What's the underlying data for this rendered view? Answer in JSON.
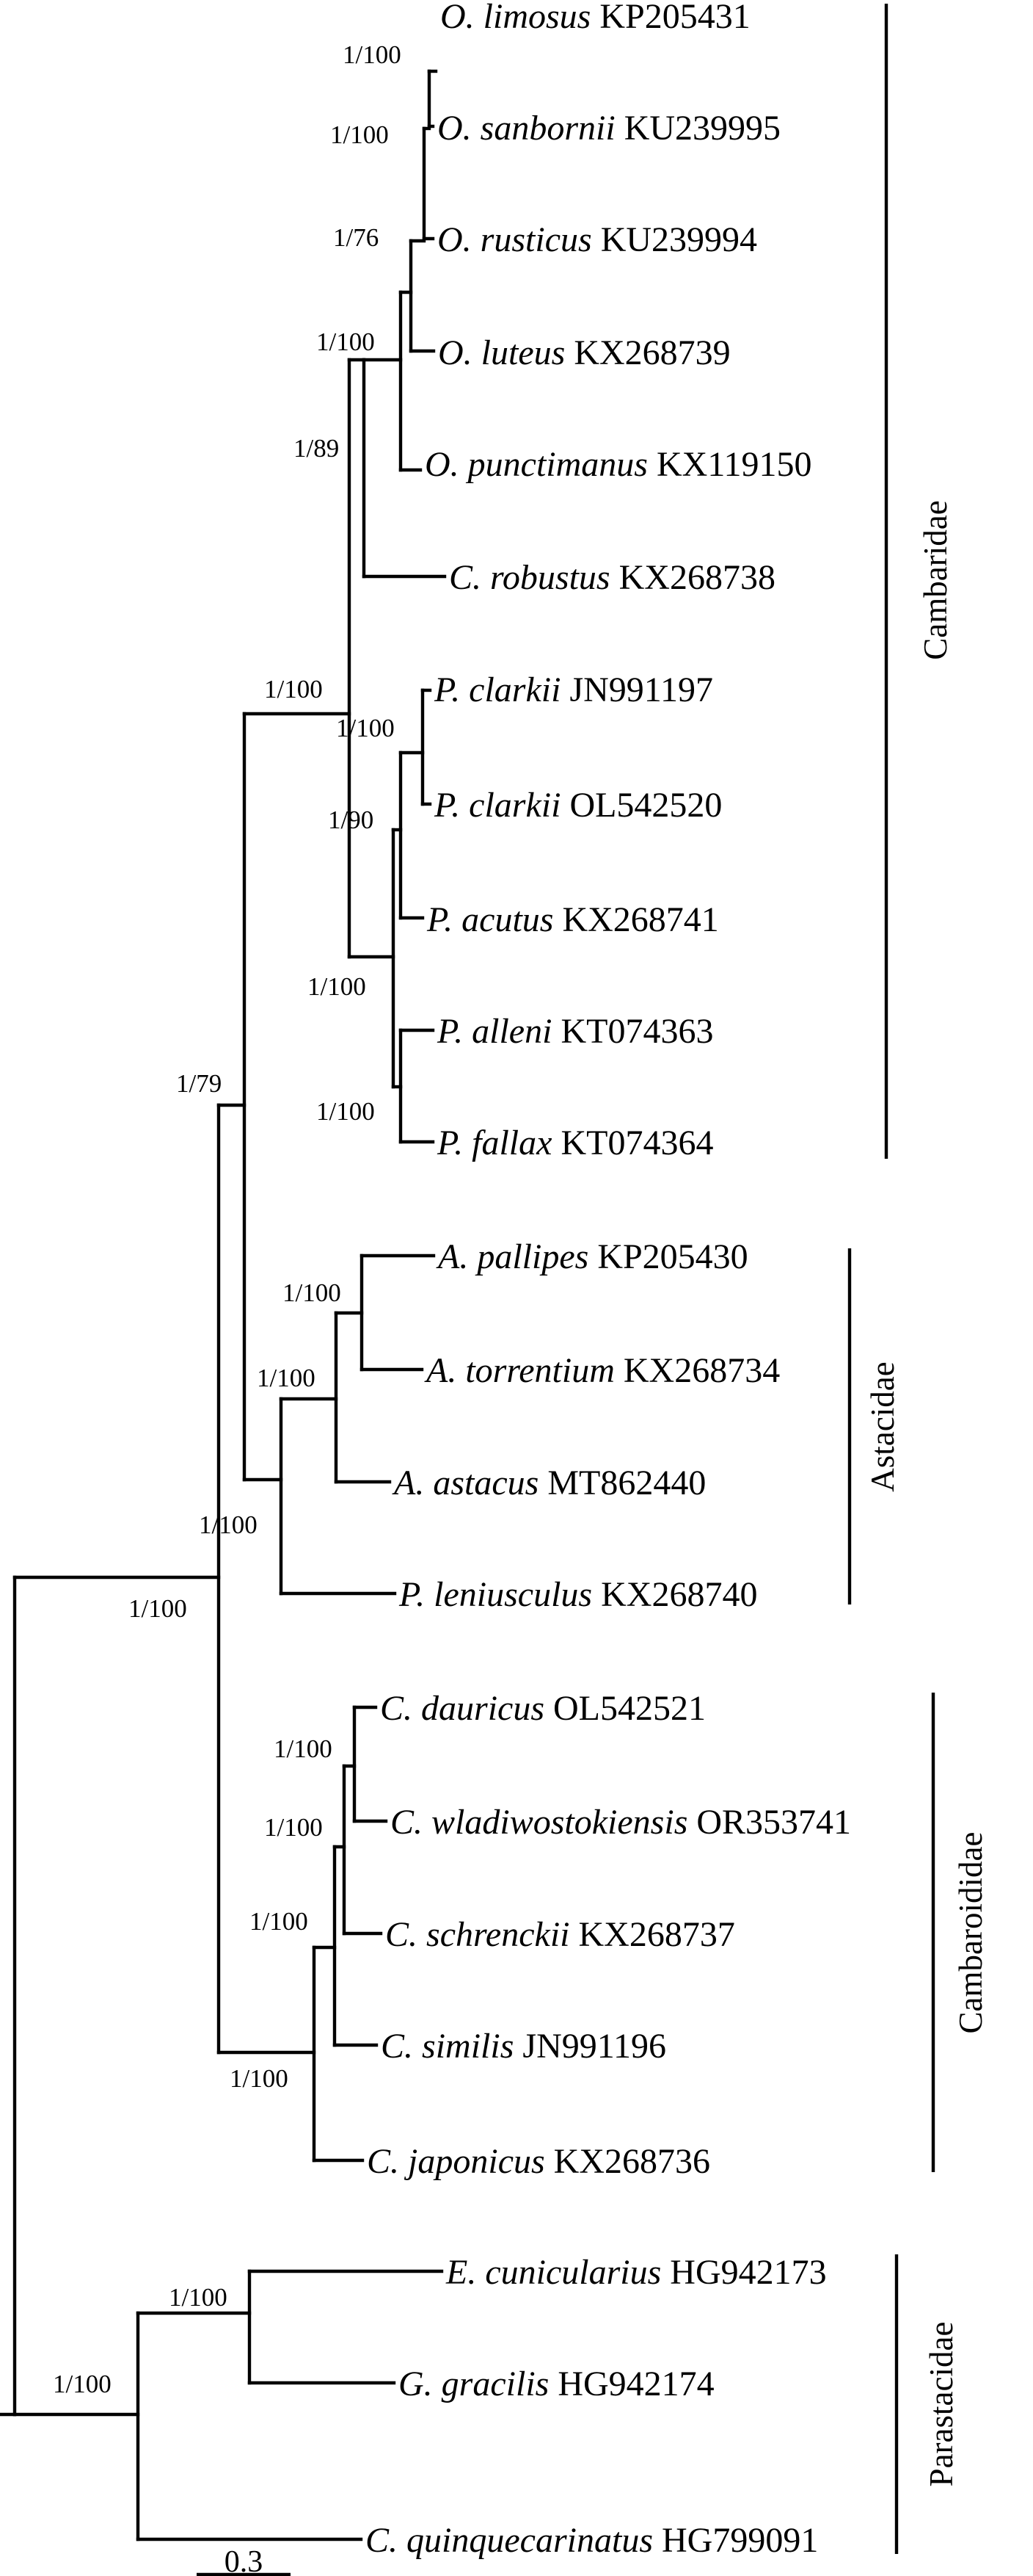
{
  "taxa": [
    {
      "species": "O. limosus",
      "accession": "KP205431"
    },
    {
      "species": "O. sanbornii",
      "accession": "KU239995"
    },
    {
      "species": "O. rusticus",
      "accession": "KU239994"
    },
    {
      "species": "O. luteus",
      "accession": "KX268739"
    },
    {
      "species": "O. punctimanus",
      "accession": "KX119150"
    },
    {
      "species": "C. robustus",
      "accession": "KX268738"
    },
    {
      "species": "P. clarkii",
      "accession": "JN991197"
    },
    {
      "species": "P. clarkii",
      "accession": "OL542520"
    },
    {
      "species": "P. acutus",
      "accession": "KX268741"
    },
    {
      "species": "P. alleni",
      "accession": "KT074363"
    },
    {
      "species": "P. fallax",
      "accession": "KT074364"
    },
    {
      "species": "A. pallipes",
      "accession": "KP205430"
    },
    {
      "species": "A. torrentium",
      "accession": "KX268734"
    },
    {
      "species": "A. astacus",
      "accession": "MT862440"
    },
    {
      "species": "P. leniusculus",
      "accession": "KX268740"
    },
    {
      "species": "C. dauricus",
      "accession": "OL542521"
    },
    {
      "species": "C. wladiwostokiensis",
      "accession": "OR353741"
    },
    {
      "species": "C. schrenckii",
      "accession": "KX268737"
    },
    {
      "species": "C. similis",
      "accession": "JN991196"
    },
    {
      "species": "C. japonicus",
      "accession": "KX268736"
    },
    {
      "species": "E. cunicularius",
      "accession": "HG942173"
    },
    {
      "species": "G. gracilis",
      "accession": "HG942174"
    },
    {
      "species": "C. quinquecarinatus",
      "accession": "HG799091"
    }
  ],
  "support_values": [
    "1/100",
    "1/100",
    "1/76",
    "1/100",
    "1/89",
    "1/100",
    "1/100",
    "1/90",
    "1/100",
    "1/100",
    "1/79",
    "1/100",
    "1/100",
    "1/100",
    "1/100",
    "1/100",
    "1/100",
    "1/100",
    "1/100",
    "1/100",
    "1/100"
  ],
  "families": [
    "Cambaridae",
    "Astacidae",
    "Cambaroididae",
    "Parastacidae"
  ],
  "scale_bar": {
    "label": "0.3"
  }
}
